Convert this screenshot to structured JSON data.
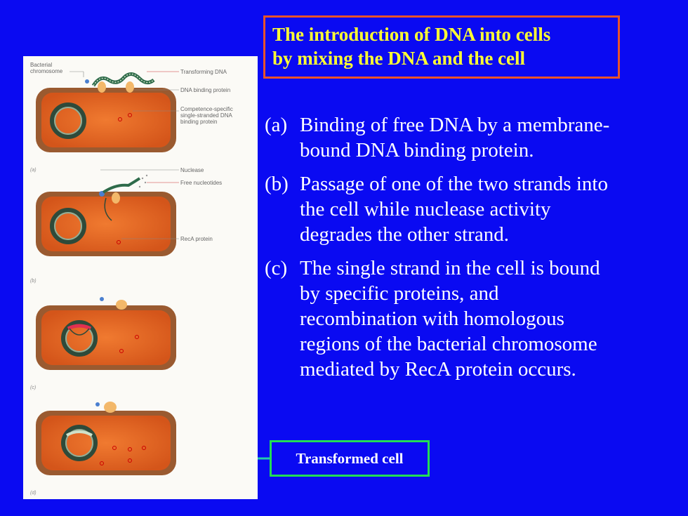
{
  "title": {
    "line1": "The introduction of DNA into cells",
    "line2": "by mixing the DNA and the cell"
  },
  "points": [
    {
      "label": "(a)",
      "lines": [
        "Binding of free DNA by a membrane-",
        "bound DNA binding protein."
      ]
    },
    {
      "label": "(b)",
      "lines": [
        "Passage of one of the two strands into",
        "the cell while nuclease activity",
        "degrades the other strand."
      ]
    },
    {
      "label": "(c)",
      "lines": [
        "The single strand in the cell is bound",
        "by specific proteins, and",
        "recombination with homologous",
        "regions of the bacterial chromosome",
        "mediated by RecA protein occurs."
      ]
    }
  ],
  "transformed_label": "Transformed cell",
  "figure": {
    "labels": {
      "bacterial_chromosome_1": "Bacterial",
      "bacterial_chromosome_2": "chromosome",
      "transforming_dna": "Transforming DNA",
      "dna_binding_protein": "DNA binding protein",
      "competence_1": "Competence-specific",
      "competence_2": "single-stranded DNA",
      "competence_3": "binding protein",
      "nuclease": "Nuclease",
      "free_nucleotides": "Free nucleotides",
      "reca_protein": "RecA protein"
    },
    "panel_labels": [
      "(a)",
      "(b)",
      "(c)",
      "(d)"
    ]
  },
  "colors": {
    "background": "#0a0af2",
    "title_text": "#ffff33",
    "title_border": "#e8532a",
    "transformed_border": "#22dd55",
    "arrow": "#22ccaa",
    "cell_fill": "#e8641e",
    "cell_wall": "#8a4a24"
  }
}
